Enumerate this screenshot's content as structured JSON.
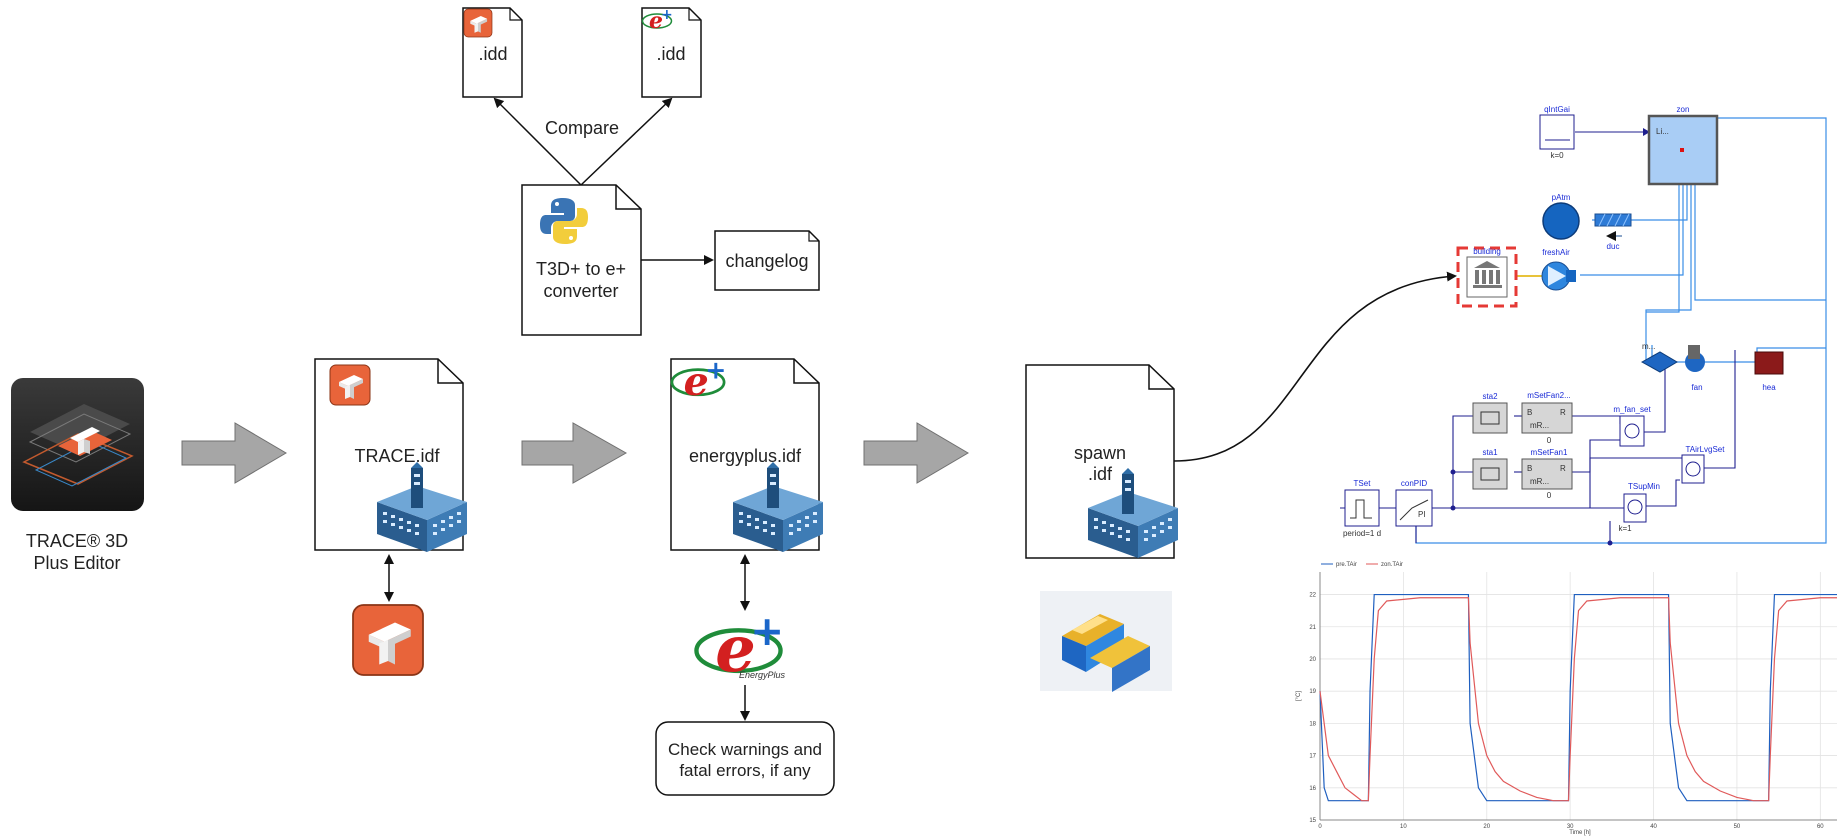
{
  "trace_app": {
    "label_line1": "TRACE® 3D",
    "label_line2": "Plus Editor"
  },
  "files": {
    "trace_idf": ".idf",
    "trace_idf_name": "TRACE.idf",
    "energyplus_idf": "energyplus.idf",
    "spawn_idf_line1": "spawn",
    "spawn_idf_line2": ".idf",
    "idd_trace": ".idd",
    "idd_eplus": ".idd"
  },
  "converter": {
    "line1": "T3D+ to e+",
    "line2": "converter"
  },
  "compare": "Compare",
  "changelog": "changelog",
  "check": {
    "line1": "Check warnings and",
    "line2": "fatal errors, if any"
  },
  "energyplus_logo": {
    "letter": "e",
    "plus": "+",
    "caption": "EnergyPlus"
  },
  "modelica": {
    "qIntGai": "qIntGai",
    "qIntGai_k": "k=0",
    "zon": "zon",
    "zon_inner": "Li...",
    "pAtm": "pAtm",
    "duc": "duc",
    "building": "building",
    "freshAir": "freshAir",
    "fan": "fan",
    "hea": "hea",
    "m_small": "m...",
    "sta2": "sta2",
    "sta1": "sta1",
    "mSetFan2": "mSetFan2...",
    "mSetFan1": "mSetFan1",
    "m_fan_set": "m_fan_set",
    "TAirLvgSet": "TAirLvgSet",
    "TSupMin": "TSupMin",
    "TSet": "TSet",
    "TSet_period": "period=1 d",
    "conPID": "conPID",
    "pi": "PI",
    "k1": "k=1",
    "mR": "mR...",
    "zero": "0",
    "B": "B",
    "R": "R"
  },
  "plot": {
    "legend": [
      "pre.TAir",
      "zon.TAir"
    ],
    "xlabel": "Time [h]",
    "ylabel": "[°C]",
    "xticks": [
      "0",
      "10",
      "20",
      "30",
      "40",
      "50",
      "60"
    ],
    "yticks": [
      "15",
      "16",
      "17",
      "18",
      "19",
      "20",
      "21",
      "22"
    ]
  },
  "colors": {
    "arrow_fill": "#a6a6a6",
    "trace_orange": "#e8643a",
    "building_blue": "#2e6a9e",
    "modelica_line": "#3a8ee6",
    "modelica_dark": "#1f1f8f",
    "selection_red": "#e53935"
  },
  "chart_data": {
    "type": "line",
    "xlabel": "Time [h]",
    "ylabel": "[°C]",
    "xlim": [
      0,
      62
    ],
    "ylim": [
      15,
      22.7
    ],
    "grid": true,
    "legend_position": "top-left",
    "series": [
      {
        "name": "pre.TAir",
        "color": "#1f5fbf",
        "x": [
          0,
          0.5,
          1,
          2,
          3,
          5,
          5.8,
          6,
          6.5,
          8,
          12,
          16,
          17.8,
          18,
          19,
          20,
          22,
          25,
          29.8,
          30,
          30.5,
          32,
          36,
          40,
          41.8,
          42,
          43,
          44,
          46,
          50,
          53.8,
          54,
          54.5,
          56,
          60,
          62
        ],
        "y": [
          19,
          16,
          15.6,
          15.6,
          15.6,
          15.6,
          15.6,
          19,
          22.0,
          22.0,
          22.0,
          22.0,
          22.0,
          18,
          16,
          15.6,
          15.6,
          15.6,
          15.6,
          19,
          22.0,
          22.0,
          22.0,
          22.0,
          22.0,
          18,
          16,
          15.6,
          15.6,
          15.6,
          15.6,
          19,
          22.0,
          22.0,
          22.0,
          22.0
        ]
      },
      {
        "name": "zon.TAir",
        "color": "#e05a5a",
        "x": [
          0,
          0.5,
          1,
          2,
          3,
          4,
          5,
          5.8,
          6,
          6.5,
          7,
          8,
          12,
          16,
          17.8,
          18,
          19,
          20,
          21,
          22,
          24,
          26,
          28,
          29.8,
          30,
          30.5,
          31,
          32,
          36,
          40,
          41.8,
          42,
          43,
          44,
          45,
          46,
          48,
          50,
          52,
          53.8,
          54,
          54.5,
          55,
          56,
          60,
          62
        ],
        "y": [
          19,
          18,
          17,
          16.5,
          16,
          15.8,
          15.6,
          15.6,
          17,
          20,
          21.5,
          21.8,
          21.9,
          21.9,
          21.9,
          20.5,
          18,
          17,
          16.5,
          16.2,
          15.9,
          15.7,
          15.6,
          15.6,
          17,
          20,
          21.5,
          21.8,
          21.9,
          21.9,
          21.9,
          20.5,
          18,
          17,
          16.5,
          16.2,
          15.9,
          15.7,
          15.6,
          15.6,
          17,
          20,
          21.5,
          21.8,
          21.9,
          21.9
        ]
      }
    ]
  }
}
